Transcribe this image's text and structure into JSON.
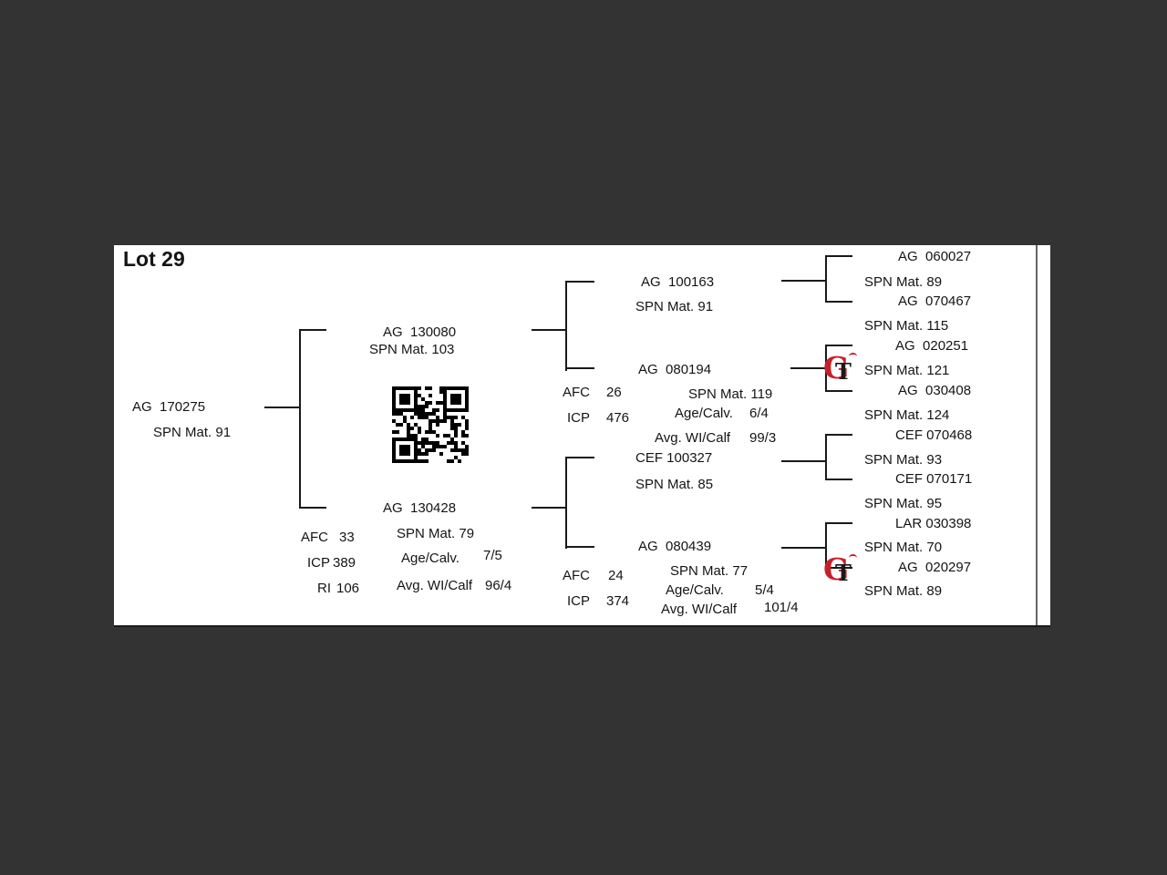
{
  "lot": {
    "title": "Lot 29"
  },
  "logo": {
    "g": "G",
    "t": "T"
  },
  "pedigree": {
    "root": {
      "id": "AG  170275",
      "spn": "SPN Mat. 91"
    },
    "sire": {
      "id": "AG  130080",
      "spn": "SPN Mat. 103"
    },
    "dam": {
      "id": "AG  130428",
      "spn": "SPN Mat. 79",
      "age_calv_label": "Age/Calv.",
      "age_calv_value": "7/5",
      "avg_wi_label": "Avg. WI/Calf",
      "avg_wi_value": "96/4",
      "stats": [
        {
          "label": "AFC",
          "value": "33"
        },
        {
          "label": "ICP",
          "value": "389"
        },
        {
          "label": "RI",
          "value": "106"
        }
      ]
    },
    "gen3": [
      {
        "id": "AG  100163",
        "spn": "SPN Mat. 91"
      },
      {
        "id": "AG  080194",
        "spn": "SPN Mat. 119",
        "age_calv_label": "Age/Calv.",
        "age_calv_value": "6/4",
        "avg_wi_label": "Avg. WI/Calf",
        "avg_wi_value": "99/3",
        "stats": [
          {
            "label": "AFC",
            "value": "26"
          },
          {
            "label": "ICP",
            "value": "476"
          }
        ]
      },
      {
        "id": "CEF 100327",
        "spn": "SPN Mat. 85"
      },
      {
        "id": "AG  080439",
        "spn": "SPN Mat. 77",
        "age_calv_label": "Age/Calv.",
        "age_calv_value": "5/4",
        "avg_wi_label": "Avg. WI/Calf",
        "avg_wi_value": "101/4",
        "stats": [
          {
            "label": "AFC",
            "value": "24"
          },
          {
            "label": "ICP",
            "value": "374"
          }
        ]
      }
    ],
    "gen4": [
      {
        "id": "AG  060027",
        "spn": "SPN Mat. 89"
      },
      {
        "id": "AG  070467",
        "spn": "SPN Mat. 115"
      },
      {
        "id": "AG  020251",
        "spn": "SPN Mat. 121"
      },
      {
        "id": "AG  030408",
        "spn": "SPN Mat. 124"
      },
      {
        "id": "CEF 070468",
        "spn": "SPN Mat. 93"
      },
      {
        "id": "CEF 070171",
        "spn": "SPN Mat. 95"
      },
      {
        "id": "LAR 030398",
        "spn": "SPN Mat. 70"
      },
      {
        "id": "AG  020297",
        "spn": "SPN Mat. 89"
      }
    ]
  },
  "colors": {
    "accent_red": "#c8202a",
    "ink": "#141414",
    "paper": "#ffffff",
    "backdrop": "#333333"
  }
}
